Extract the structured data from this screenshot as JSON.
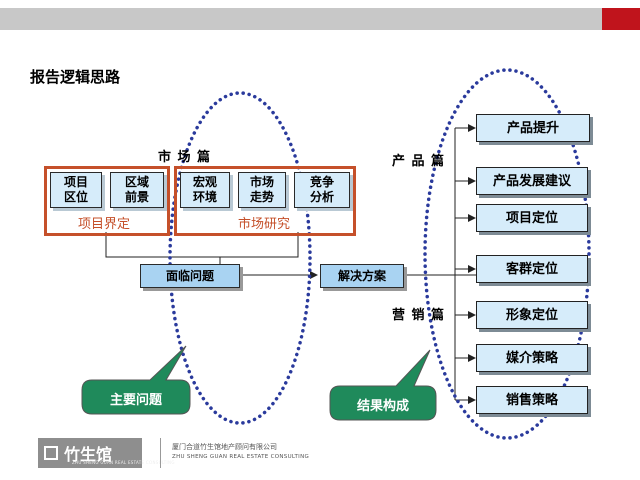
{
  "title": "报告逻辑思路",
  "sections": {
    "market": "市 场 篇",
    "product": "产 品 篇",
    "marketing": "营 销 篇"
  },
  "left_boxes": [
    {
      "text": "项目\n区位"
    },
    {
      "text": "区域\n前景"
    },
    {
      "text": "宏观\n环境"
    },
    {
      "text": "市场\n走势"
    },
    {
      "text": "竞争\n分析"
    }
  ],
  "groups": {
    "project_definition": "项目界定",
    "market_research": "市场研究"
  },
  "problems_box": "面临问题",
  "solution_box": "解决方案",
  "right_boxes": [
    {
      "text": "产品提升"
    },
    {
      "text": "产品发展建议"
    },
    {
      "text": "项目定位"
    },
    {
      "text": "客群定位"
    },
    {
      "text": "形象定位"
    },
    {
      "text": "媒介策略"
    },
    {
      "text": "销售策略"
    }
  ],
  "callouts": {
    "main_issues": "主要问题",
    "result_structure": "结果构成"
  },
  "footer": {
    "logo_text": "竹生馆",
    "logo_sub": "ZHU SHENG GUAN REAL ESTATE CONSULTING",
    "company_cn": "厦门合道竹生馆地产顾问有限公司",
    "company_en": "ZHU SHENG GUAN REAL ESTATE CONSULTING"
  },
  "colors": {
    "group_border": "#c5502a",
    "callout_fill": "#1f8a5b",
    "dots": "#2a3a9c",
    "top_accent": "#c0141c"
  }
}
